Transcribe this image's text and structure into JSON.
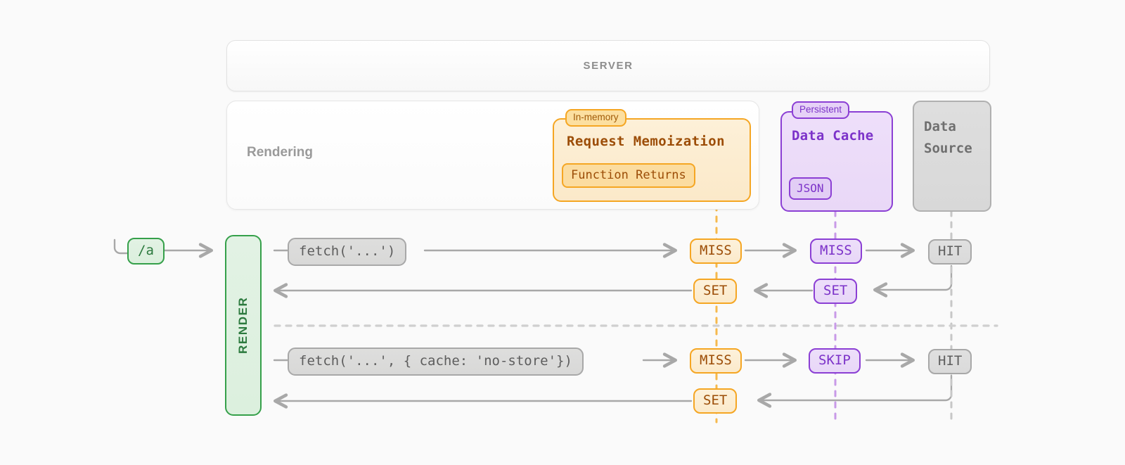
{
  "background": "#fafafa",
  "colors": {
    "orange": "#f5a623",
    "orange_text": "#9c4d07",
    "purple": "#8b3fd4",
    "purple_text": "#7c32c9",
    "green": "#35a04a",
    "green_text": "#2c7a3e",
    "gray": "#a8a8a8",
    "gray_text": "#5d5d5d"
  },
  "server": {
    "label": "SERVER"
  },
  "rendering": {
    "label": "Rendering"
  },
  "request_memoization": {
    "tag": "In-memory",
    "title": "Request Memoization",
    "chip": "Function Returns"
  },
  "data_cache": {
    "tag": "Persistent",
    "title": "Data Cache",
    "chip": "JSON"
  },
  "data_source": {
    "title": "Data\nSource",
    "line1": "Data",
    "line2": "Source"
  },
  "route": {
    "label": "/a"
  },
  "render": {
    "label": "RENDER"
  },
  "rows": [
    {
      "fetch": "fetch('...')",
      "memoization_status": "MISS",
      "data_cache_status": "MISS",
      "data_source_status": "HIT",
      "memoization_write": "SET",
      "data_cache_write": "SET"
    },
    {
      "fetch": "fetch('...', { cache: 'no-store'})",
      "memoization_status": "MISS",
      "data_cache_status": "SKIP",
      "data_source_status": "HIT",
      "memoization_write": "SET",
      "data_cache_write": ""
    }
  ]
}
